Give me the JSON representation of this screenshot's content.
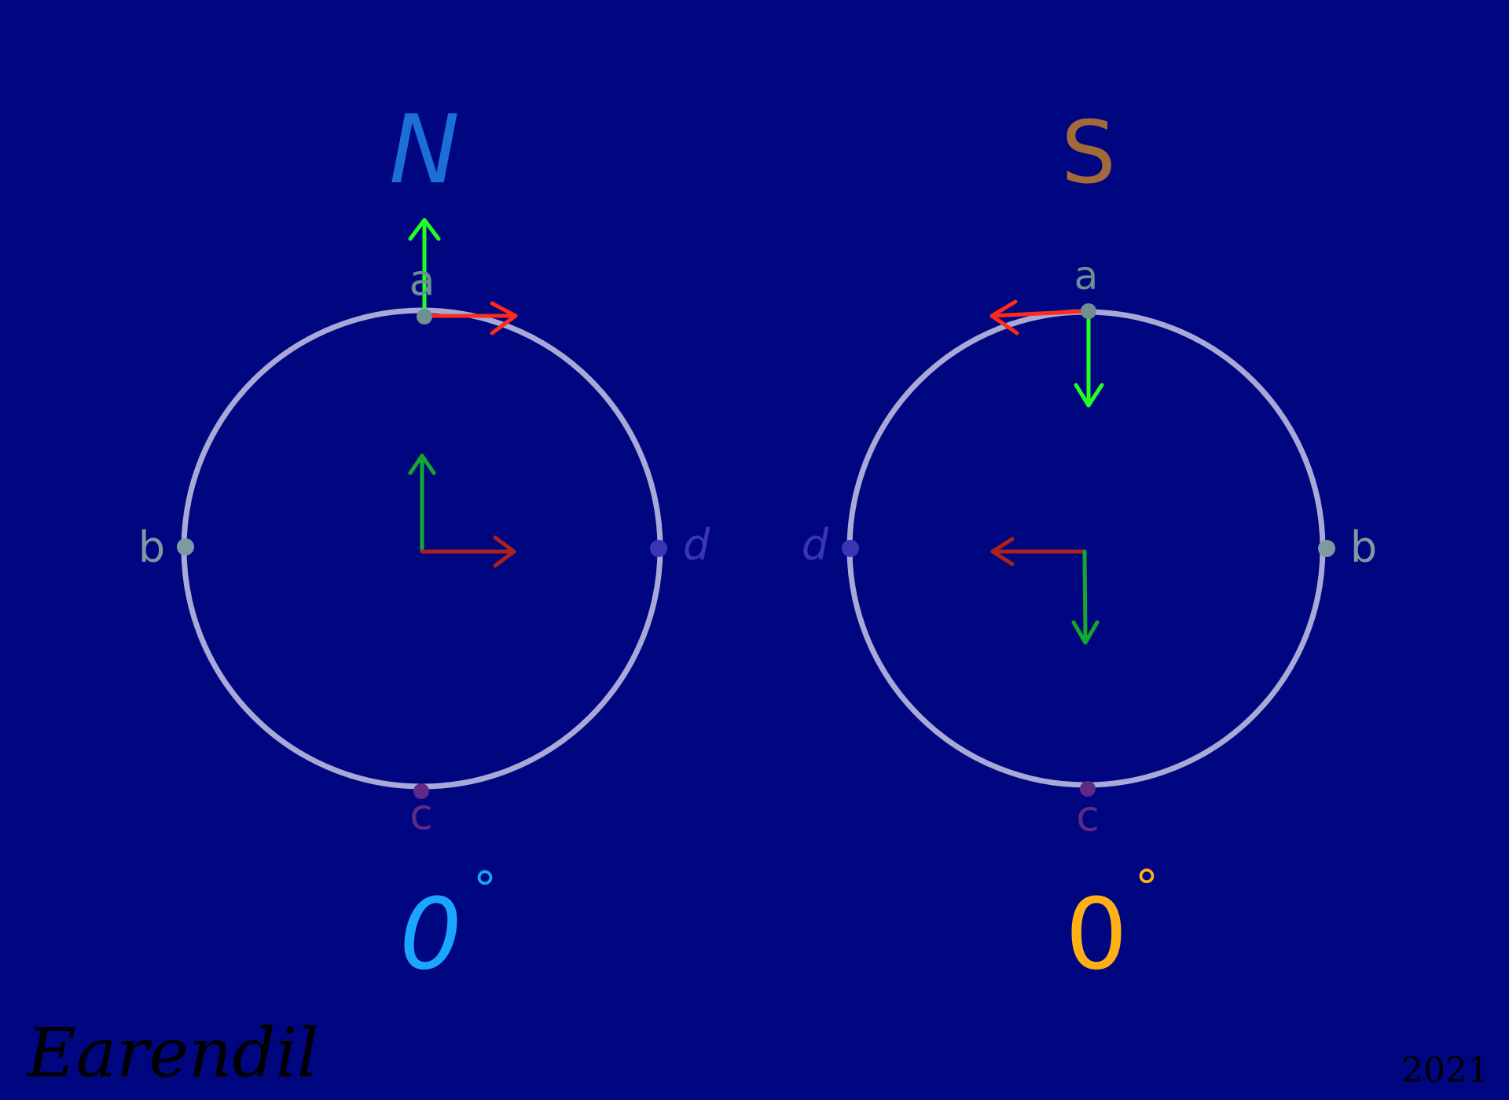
{
  "colors": {
    "background": "#000680",
    "circle": "#a9a9d8",
    "north_label": "#1b6fd6",
    "south_label": "#a06a3a",
    "point_a": "#6f8f93",
    "point_b": "#7d9aa0",
    "point_c": "#5e2a86",
    "point_d": "#3b35b4",
    "surface_up": "#22ff22",
    "surface_right": "#ff2a1a",
    "center_up": "#13a82c",
    "center_right": "#a8221e",
    "north_angle": "#1aa6ff",
    "south_angle": "#ffb015",
    "signature": "#000000"
  },
  "diagrams": [
    {
      "pole": "N",
      "points": {
        "top": "a",
        "left": "b",
        "bottom": "c",
        "right": "d"
      },
      "angle_value": "0",
      "angle_unit": "°"
    },
    {
      "pole": "S",
      "points": {
        "top": "a",
        "left": "d",
        "bottom": "c",
        "right": "b"
      },
      "angle_value": "0",
      "angle_unit": "°"
    }
  ],
  "signature": "Earendil",
  "year": "2021"
}
